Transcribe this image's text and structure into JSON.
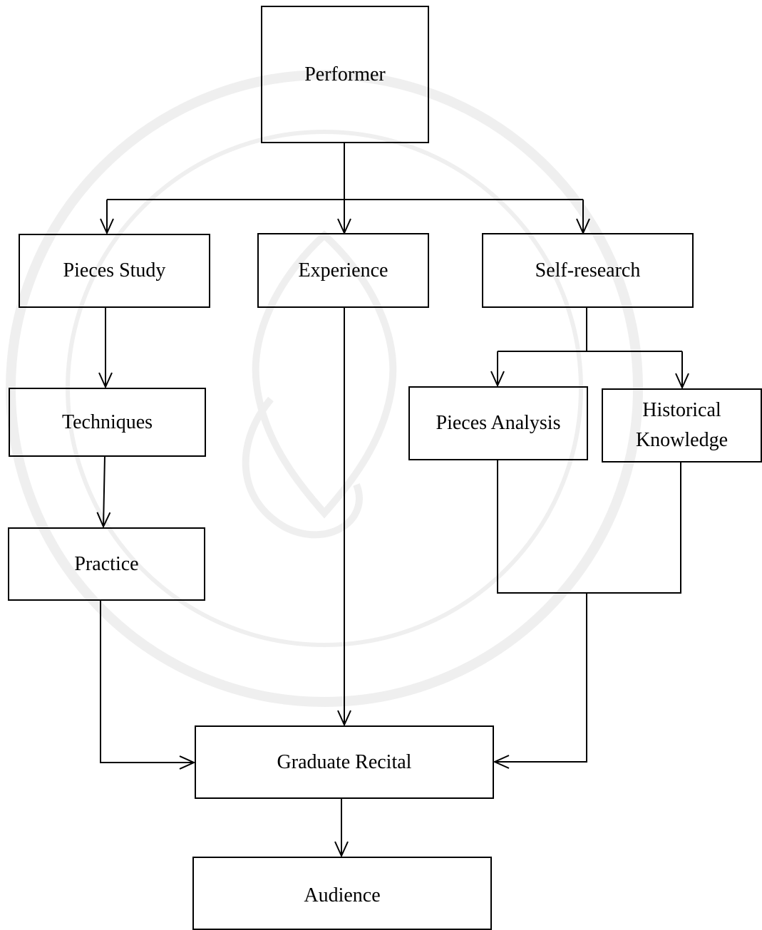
{
  "nodes": {
    "performer": "Performer",
    "pieces_study": "Pieces Study",
    "experience": "Experience",
    "self_research": "Self-research",
    "techniques": "Techniques",
    "pieces_analysis": "Pieces Analysis",
    "historical_knowledge": "Historical Knowledge",
    "practice": "Practice",
    "graduate_recital": "Graduate Recital",
    "audience": "Audience"
  },
  "watermark": {
    "icon": "university-seal-icon"
  },
  "colors": {
    "line": "#000000",
    "background": "#ffffff"
  }
}
